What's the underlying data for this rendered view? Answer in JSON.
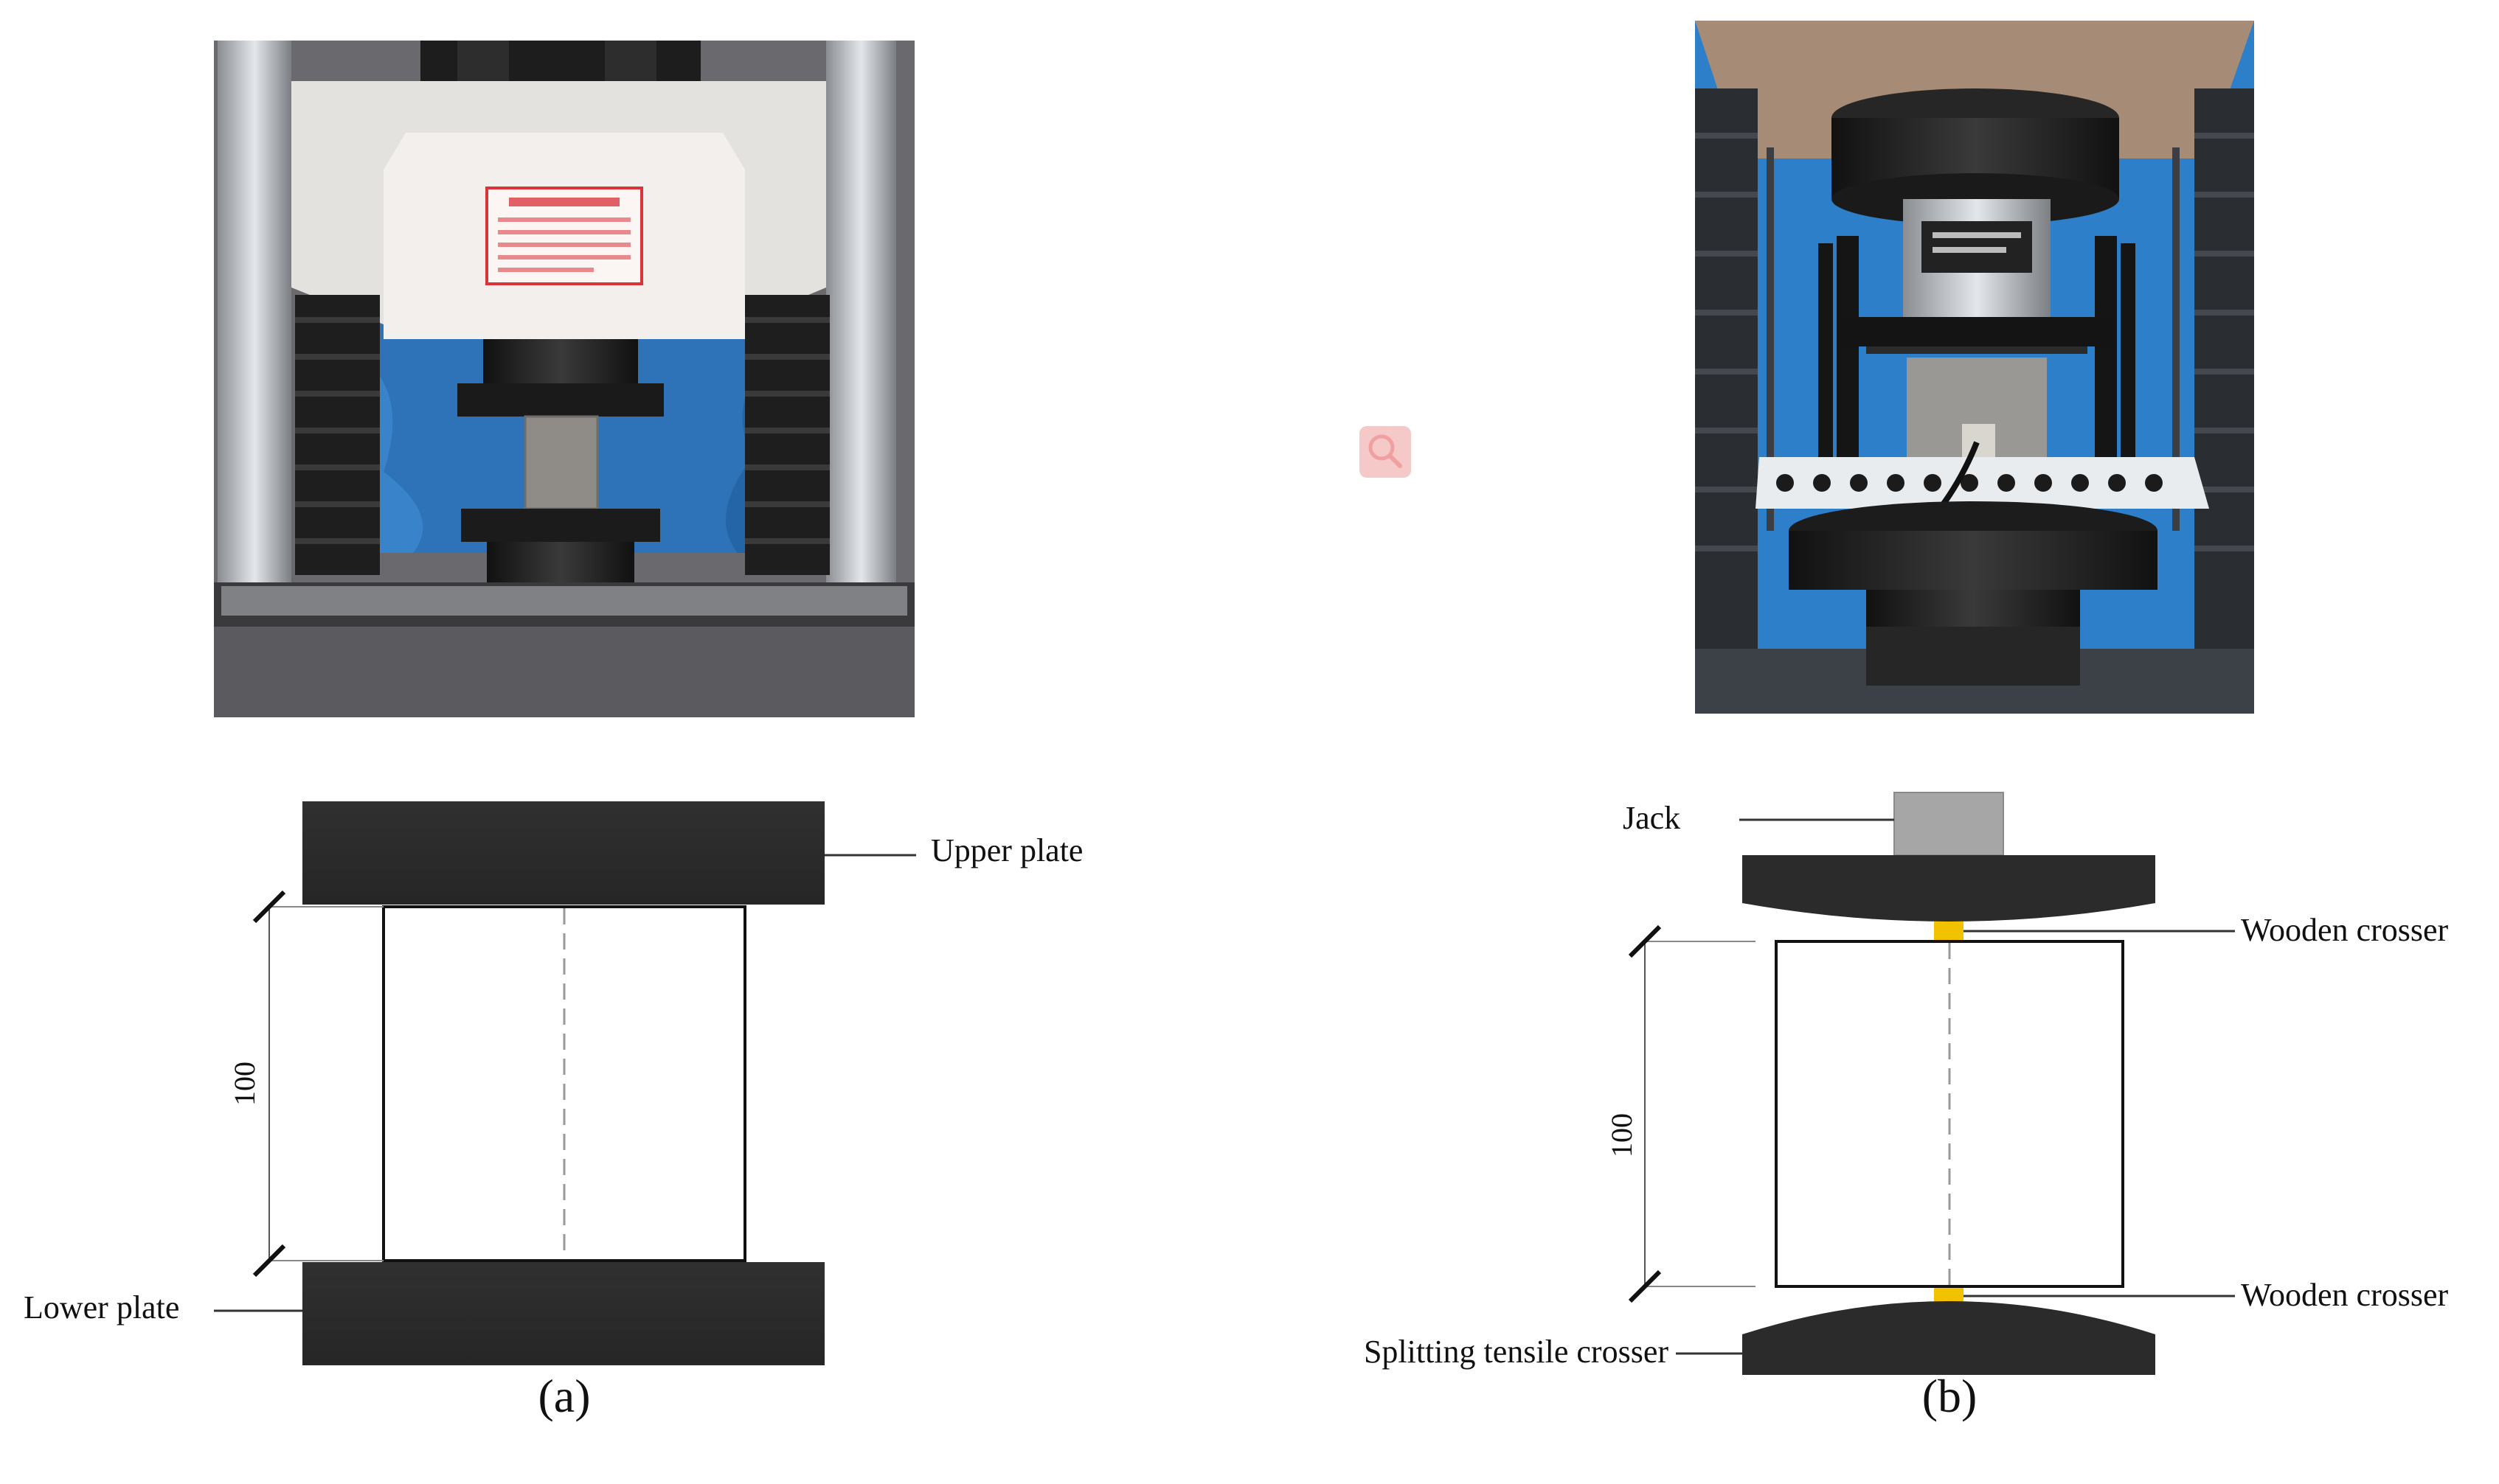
{
  "panels": {
    "a": {
      "caption": "(a)",
      "labels": {
        "upper_plate": "Upper plate",
        "lower_plate": "Lower plate",
        "dimension": "100"
      }
    },
    "b": {
      "caption": "(b)",
      "labels": {
        "jack": "Jack",
        "wooden_crosser_top": "Wooden crosser",
        "wooden_crosser_bottom": "Wooden crosser",
        "splitting_tensile_crosser": "Splitting tensile crosser",
        "dimension": "100"
      }
    }
  },
  "overlay": {
    "zoom_icon": "magnifier-icon"
  },
  "colors": {
    "plate": "#2b2b2b",
    "jack": "#a6a6a6",
    "wooden_crosser": "#f2c200",
    "specimen_outline": "#111111",
    "background_blue": "#2c7fc8",
    "zoom_badge": "#f6c9c9"
  }
}
